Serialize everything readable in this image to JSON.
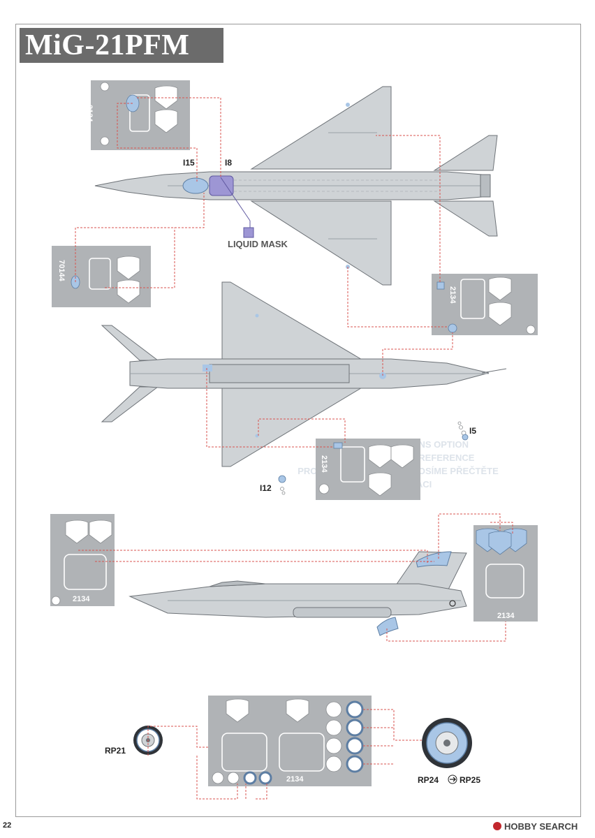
{
  "page": {
    "title": "MiG-21PFM",
    "page_number": "22",
    "watermark": "HOBBY SEARCH"
  },
  "labels": {
    "i15": "I15",
    "i8": "I8",
    "liquid_mask": "LIQUID MASK",
    "i5": "I5",
    "i12": "I12",
    "rp21": "RP21",
    "rp24": "RP24",
    "rp25": "RP25"
  },
  "mask_sheet_numbers": {
    "top_left": "2134",
    "left_mid": "70144",
    "right_top": "2134",
    "center": "2134",
    "side_left": "2134",
    "side_right": "2134",
    "bottom": "2134"
  },
  "background_text": {
    "line1": "TO CHOOSE WEAPONS OPTION",
    "line2": "OPTION PLEASE SEE REFERENCE",
    "line3": "PRO VOLBU VÝZBROJE PROSÍME PŘEČTĚTE",
    "line4": "DOKUMENTACI"
  },
  "colors": {
    "mask_blue": "#a9c6e6",
    "mask_purple": "#9d96d4",
    "aircraft_grey": "#cfd3d6",
    "sheet_grey": "#b0b3b6",
    "leader_red": "#d9534f"
  }
}
